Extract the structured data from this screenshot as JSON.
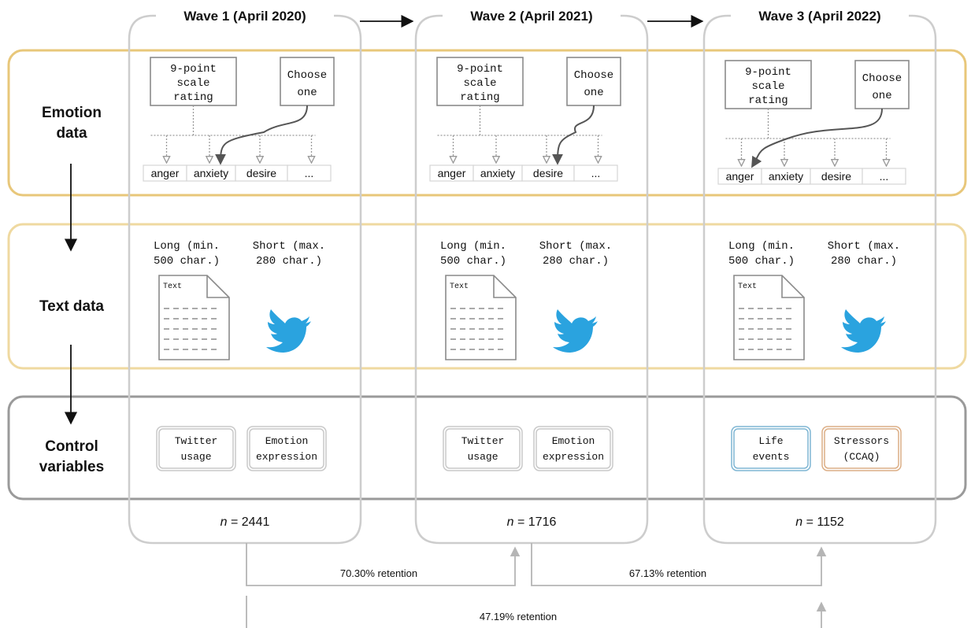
{
  "waves": [
    {
      "title": "Wave 1 (April 2020)",
      "rating_box": [
        "9-point",
        "scale",
        "rating"
      ],
      "choose_box": [
        "Choose",
        "one"
      ],
      "emotions": [
        "anger",
        "anxiety",
        "desire",
        "..."
      ],
      "chosen_emotion": "anxiety",
      "text_long": [
        "Long (min.",
        "500 char.)"
      ],
      "text_short": [
        "Short (max.",
        "280 char.)"
      ],
      "doc_label": "Text",
      "controls": [
        {
          "lines": [
            "Twitter",
            "usage"
          ],
          "color": "#c9c9c9"
        },
        {
          "lines": [
            "Emotion",
            "expression"
          ],
          "color": "#c9c9c9"
        }
      ],
      "n_label": "n",
      "n_value": " = 2441"
    },
    {
      "title": "Wave 2 (April 2021)",
      "rating_box": [
        "9-point",
        "scale",
        "rating"
      ],
      "choose_box": [
        "Choose",
        "one"
      ],
      "emotions": [
        "anger",
        "anxiety",
        "desire",
        "..."
      ],
      "chosen_emotion": "desire",
      "text_long": [
        "Long (min.",
        "500 char.)"
      ],
      "text_short": [
        "Short (max.",
        "280 char.)"
      ],
      "doc_label": "Text",
      "controls": [
        {
          "lines": [
            "Twitter",
            "usage"
          ],
          "color": "#c9c9c9"
        },
        {
          "lines": [
            "Emotion",
            "expression"
          ],
          "color": "#c9c9c9"
        }
      ],
      "n_label": "n",
      "n_value": " = 1716"
    },
    {
      "title": "Wave 3 (April 2022)",
      "rating_box": [
        "9-point",
        "scale",
        "rating"
      ],
      "choose_box": [
        "Choose",
        "one"
      ],
      "emotions": [
        "anger",
        "anxiety",
        "desire",
        "..."
      ],
      "chosen_emotion": "anger",
      "text_long": [
        "Long (min.",
        "500 char.)"
      ],
      "text_short": [
        "Short (max.",
        "280 char.)"
      ],
      "doc_label": "Text",
      "controls": [
        {
          "lines": [
            "Life",
            "events"
          ],
          "color": "#7fb6d3"
        },
        {
          "lines": [
            "Stressors",
            "(CCAQ)"
          ],
          "color": "#dcae85"
        }
      ],
      "n_label": "n",
      "n_value": " = 1152"
    }
  ],
  "rows": [
    {
      "label": [
        "Emotion",
        "data"
      ],
      "color": "#e8c77a"
    },
    {
      "label": [
        "Text data"
      ],
      "color": "#efd9a0"
    },
    {
      "label": [
        "Control",
        "variables"
      ],
      "color": "#9a9a9a"
    }
  ],
  "retention": {
    "w1_w2": "70.30% retention",
    "w2_w3": "67.13% retention",
    "w1_w3": "47.19% retention"
  },
  "colors": {
    "wave_border": "#cdcdcd",
    "box_border": "#8a8a8a",
    "twitter_blue": "#2aa3df",
    "text": "#111111"
  }
}
